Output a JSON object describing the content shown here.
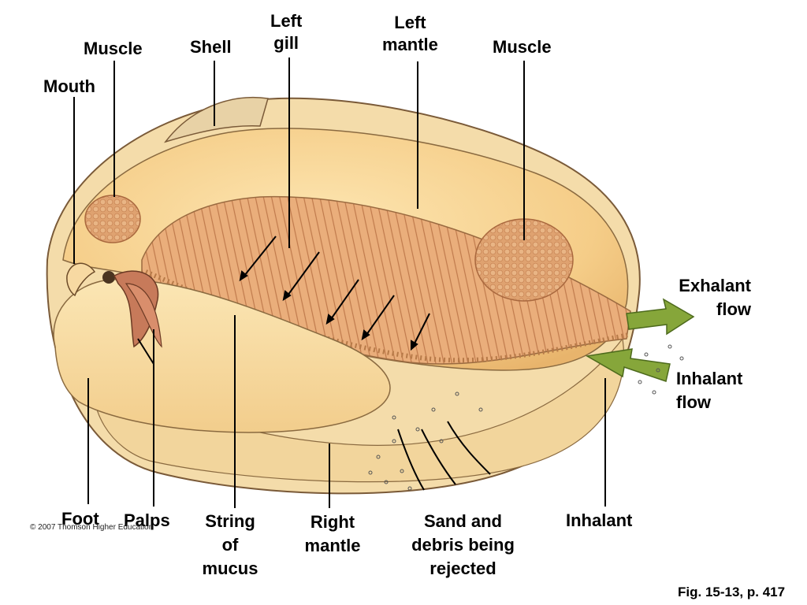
{
  "labels": {
    "muscle_front": "Muscle",
    "mouth": "Mouth",
    "shell": "Shell",
    "left_gill": [
      "Left",
      "gill"
    ],
    "left_mantle": [
      "Left",
      "mantle"
    ],
    "muscle_back": "Muscle",
    "exhalant_flow": [
      "Exhalant",
      "flow"
    ],
    "inhalant_flow": [
      "Inhalant",
      "flow"
    ],
    "foot": "Foot",
    "palps": "Palps",
    "string_of_mucus": [
      "String",
      "of",
      "mucus"
    ],
    "right_mantle": [
      "Right",
      "mantle"
    ],
    "sand_debris": [
      "Sand and",
      "debris being",
      "rejected"
    ],
    "inhalant": "Inhalant"
  },
  "copyright": "© 2007 Thomson Higher Education",
  "figure_ref": "Fig. 15-13, p. 417",
  "colors": {
    "shell_outer": "#f3d9a0",
    "body": "#f6cf86",
    "body_light": "#fbe2a8",
    "gill": "#e8ab78",
    "muscle": "#dc9c6e",
    "flow_arrow": "#86a63a"
  }
}
